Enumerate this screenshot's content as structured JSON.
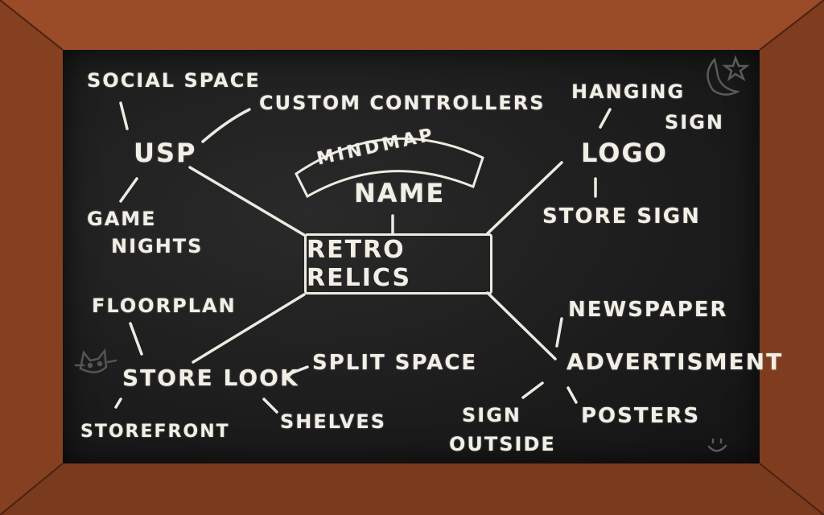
{
  "mindmap": {
    "banner": "MINDMAP",
    "title": "NAME",
    "center": "RETRO RELICS",
    "usp": {
      "label": "USP",
      "items": [
        "SOCIAL SPACE",
        "CUSTOM CONTROLLERS",
        "GAME",
        "NIGHTS"
      ]
    },
    "logo": {
      "label": "LOGO",
      "items": [
        "HANGING",
        "SIGN",
        "STORE SIGN"
      ]
    },
    "store_look": {
      "label": "STORE LOOK",
      "items": [
        "FLOORPLAN",
        "SPLIT SPACE",
        "STOREFRONT",
        "SHELVES"
      ]
    },
    "advertisment": {
      "label": "ADVERTISMENT",
      "items": [
        "NEWSPAPER",
        "POSTERS",
        "SIGN",
        "OUTSIDE"
      ]
    }
  },
  "colors": {
    "chalk": "#f1efe6",
    "board": "#1d1d1d",
    "frame": "#8a4224"
  },
  "doodles": [
    "moon-star-icon",
    "cat-icon",
    "smiley-icon"
  ]
}
